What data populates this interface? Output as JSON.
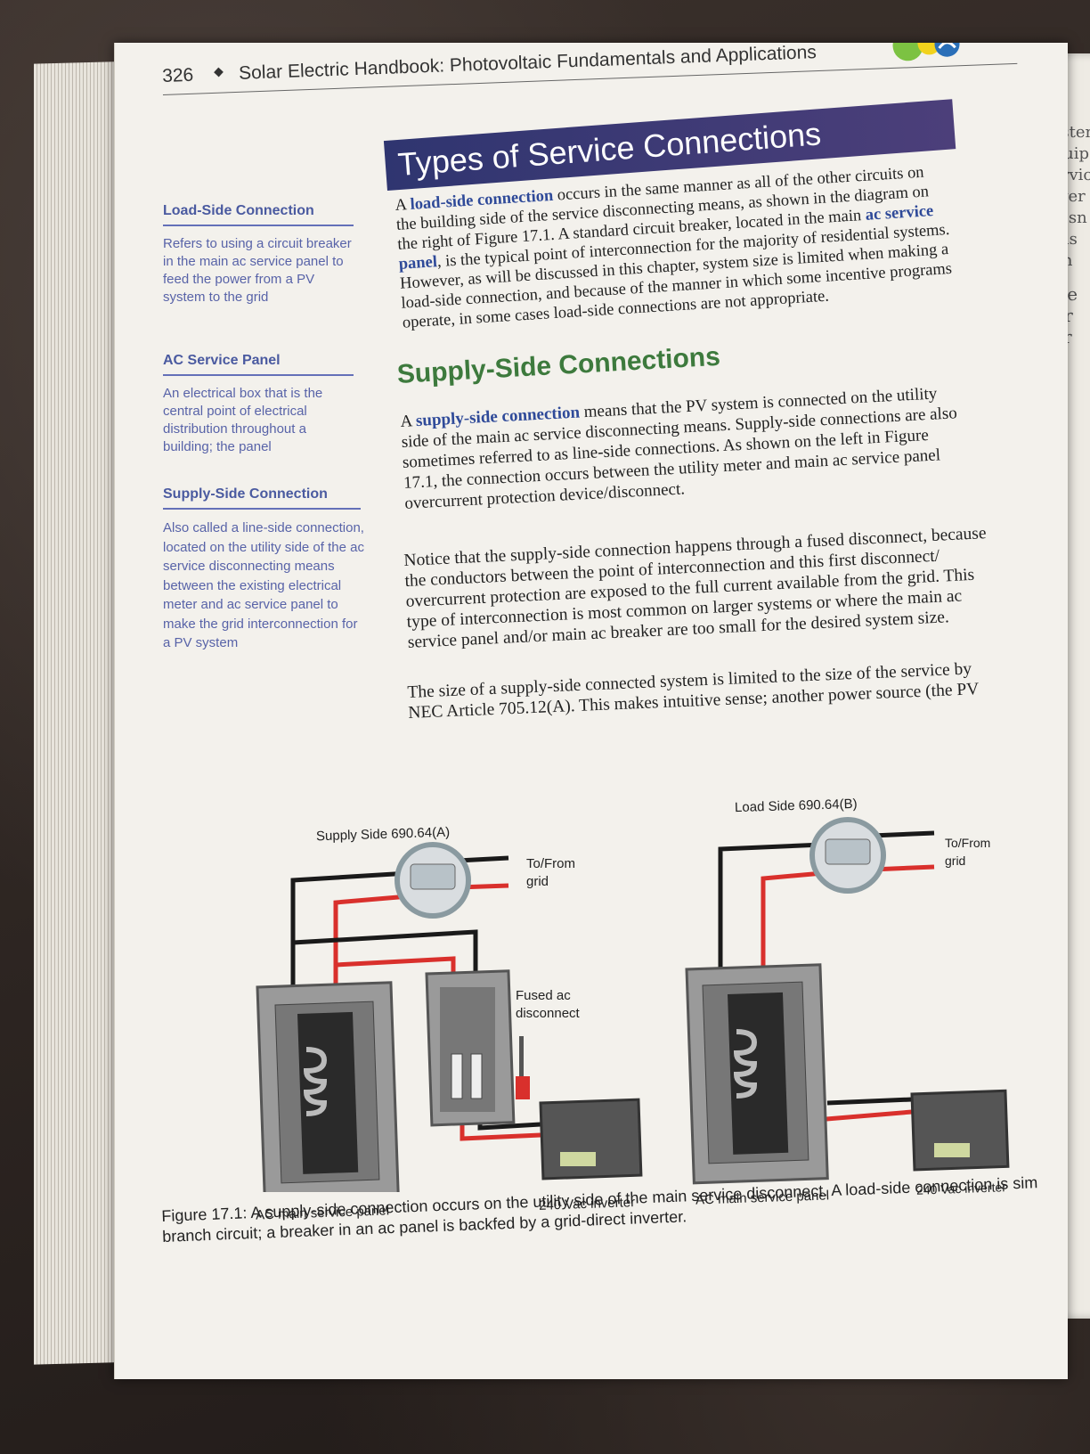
{
  "header": {
    "page_number": "326",
    "separator": "◆",
    "book_title": "Solar Electric Handbook: Photovoltaic Fundamentals and Applications"
  },
  "section_title": "Types of Service Connections",
  "sidebar": [
    {
      "heading": "Load-Side Connection",
      "body": "Refers to using a circuit breaker in the main ac service panel to feed the power from a PV system to the grid"
    },
    {
      "heading": "AC Service Panel",
      "body": "An electrical box that is the central point of electrical distribution throughout a building; the panel"
    },
    {
      "heading": "Supply-Side Connection",
      "body": "Also called a line-side connection, located on the utility side of the ac service disconnecting means between the existing electrical meter and ac service panel to make the grid interconnection for a PV system"
    }
  ],
  "para1": {
    "l1_pre": "A ",
    "l1_term": "load-side connection",
    "l1_post": " occurs in the same manner as all of the other circuits on",
    "l2": "the building side of the service disconnecting means, as shown in the diagram on",
    "l3_pre": "the right of Figure 17.1.  A standard circuit breaker, located in the main ",
    "l3_term": "ac service",
    "l4_term": "panel",
    "l4_post": ", is the typical point of interconnection for the majority of residential systems.",
    "l5": "However, as will be discussed in this chapter, system size is limited when making a",
    "l6": "load-side connection, and because of the manner in which some incentive programs",
    "l7": "operate, in some cases load-side connections are not appropriate."
  },
  "subheading": "Supply-Side Connections",
  "para2": {
    "l1_pre": "A ",
    "l1_term": "supply-side connection",
    "l1_post": " means that the PV system is connected on the utility",
    "l2": "side of the main ac service disconnecting means. Supply-side connections are also",
    "l3": "sometimes referred to as line-side connections.  As shown on the left in Figure",
    "l4": "17.1, the connection occurs between the utility meter and main ac service panel",
    "l5": "overcurrent protection device/disconnect."
  },
  "para3": {
    "l1": "Notice that the supply-side connection happens through a fused disconnect, because",
    "l2": "the conductors between the point of interconnection and this first disconnect/",
    "l3": "overcurrent protection are exposed to the full current available from the grid. This",
    "l4": "type of interconnection is most common on larger systems or where the main ac",
    "l5": "service panel and/or main ac breaker are too small for the desired system size."
  },
  "para4": {
    "l1": "The size of a supply-side connected system is limited to the size of the service by",
    "l2": "NEC Article 705.12(A). This makes intuitive sense; another power source (the PV"
  },
  "diagram": {
    "supply_title": "Supply Side 690.64(A)",
    "load_title": "Load Side 690.64(B)",
    "grid_left": "To/From\ngrid",
    "grid_right": "To/From\ngrid",
    "fused": "Fused ac\ndisconnect",
    "panel_left": "AC main service panel",
    "panel_right": "AC main service panel",
    "inverter_left": "240 Vac inverter",
    "inverter_right": "240 Vac inverter",
    "wire_red": "#d9302c",
    "wire_black": "#1a1a1a"
  },
  "caption": {
    "l1": "Figure 17.1: A supply-side connection occurs on the utility side of the main service disconnect. A load-side connection is sim",
    "l2": "branch circuit; a breaker in an ac panel is backfed by a grid-direct inverter."
  },
  "right_page_fragments": [
    "system",
    "equip",
    "servic",
    "inver",
    "be sn",
    "mus",
    "can",
    "The",
    "cor",
    "ser",
    "Tl",
    "si",
    "tl",
    "r",
    "i"
  ]
}
